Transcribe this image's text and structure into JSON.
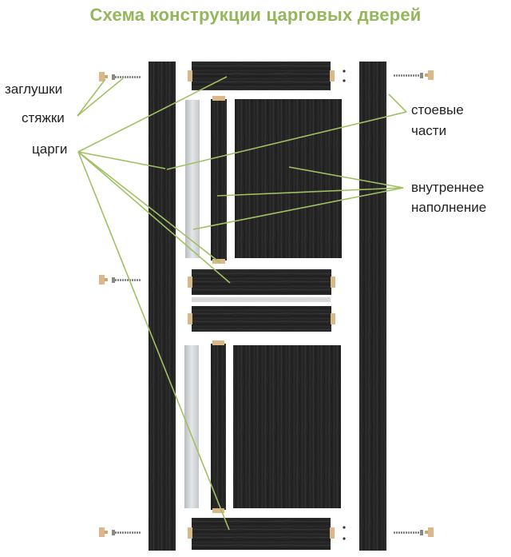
{
  "title": "Схема конструкции царговых дверей",
  "labels": {
    "plugs": "заглушки",
    "ties": "стяжки",
    "rails": "царги",
    "stiles_line1": "стоевые",
    "stiles_line2": "части",
    "infill_line1": "внутреннее",
    "infill_line2": "наполнение"
  },
  "colors": {
    "title": "#93b75a",
    "leader_lines": "#9fc163",
    "wood": "#242424",
    "glass": "#cfd2d4",
    "plug": "#d9b98a"
  }
}
